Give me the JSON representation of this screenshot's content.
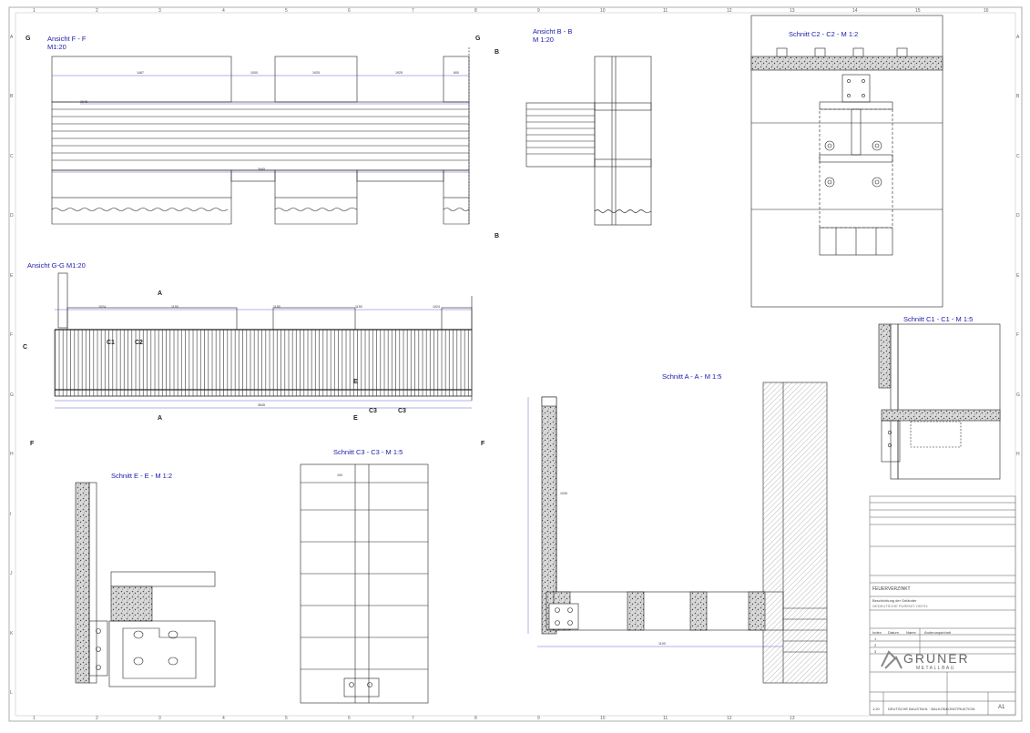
{
  "views": {
    "f_f": {
      "title": "Ansicht F - F",
      "scale": "M1:20"
    },
    "b_b": {
      "title": "Ansicht B - B",
      "scale": "M 1:20"
    },
    "c2": {
      "title": "Schnitt C2 - C2 - M 1:2"
    },
    "g_g": {
      "title": "Ansicht G-G M1:20"
    },
    "c1": {
      "title": "Schnitt C1 - C1 - M 1:5"
    },
    "a_a": {
      "title": "Schnitt A - A - M 1:5"
    },
    "e_e": {
      "title": "Schnitt E - E - M 1:2"
    },
    "c3": {
      "title": "Schnitt C3 - C3 - M 1:5"
    }
  },
  "markers": {
    "g": "G",
    "b": "B",
    "a": "A",
    "c": "C",
    "e": "E",
    "f": "F",
    "c1": "C1",
    "c2": "C2",
    "c3": "C3"
  },
  "grid": {
    "columns": [
      "1",
      "2",
      "3",
      "4",
      "5",
      "6",
      "7",
      "8",
      "9",
      "10",
      "11",
      "12",
      "13",
      "14",
      "15",
      "16"
    ],
    "rows": [
      "A",
      "B",
      "C",
      "D",
      "E",
      "F",
      "G",
      "H",
      "I",
      "J",
      "K",
      "L"
    ]
  },
  "dims": {
    "ff_top": [
      "1467",
      "1000",
      "1925",
      "1925",
      "600"
    ],
    "ff_overall": "3645",
    "ff_level": "3645",
    "gg_spans": [
      "1024",
      "1150",
      "1150",
      "1150",
      "1024"
    ],
    "gg_total": "3645",
    "aa_total": "1100",
    "aa_height": "1030",
    "c3_spacing": "100"
  },
  "title_block": {
    "section_fire": "FEUERVERZINKT",
    "section_coat": "Beschichtung der Geländer",
    "coat_value": "GEDEUTSCHE PURENIT, DB703",
    "company": "GRUNER",
    "company_sub": "METALLBAU",
    "project": "DEUTSCHE BAUSTAHL · BALKONKONSTRUKTION",
    "scale": "1:20",
    "sheet_format": "A1",
    "revision_header": [
      "Index",
      "Datum",
      "Name",
      "Änderungsinhalt"
    ],
    "revision_rows": [
      "1",
      "2",
      "3"
    ]
  }
}
